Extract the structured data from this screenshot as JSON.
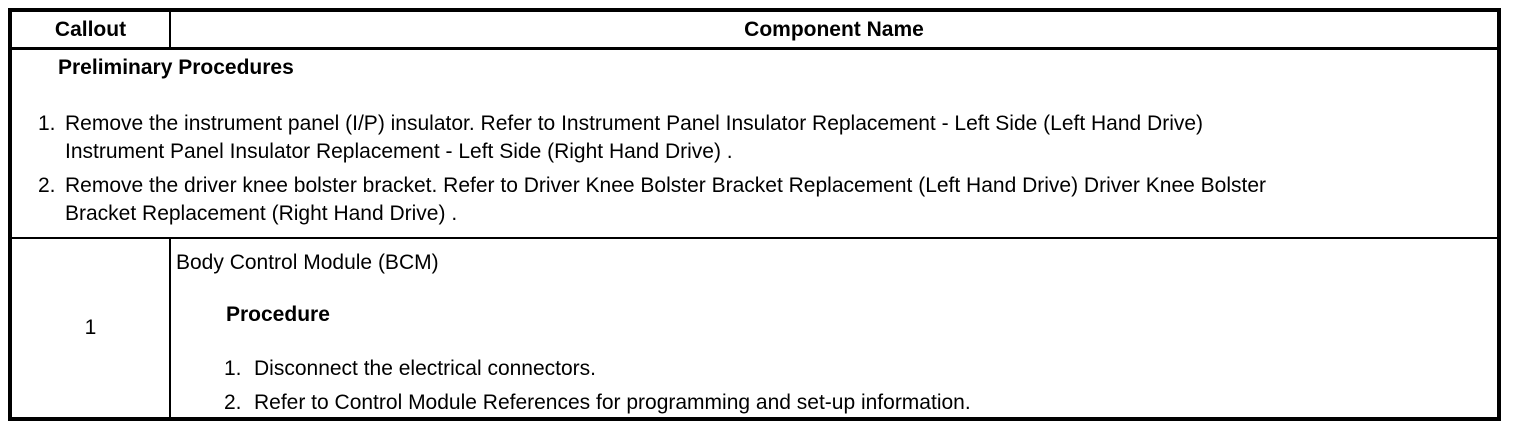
{
  "page": {
    "background": "#ffffff",
    "border_color": "#000000",
    "text_color": "#000000"
  },
  "table": {
    "headers": [
      {
        "label": "Callout"
      },
      {
        "label": "Component Name"
      }
    ],
    "preliminary": {
      "title": "Preliminary Procedures",
      "items": [
        {
          "number": "1.",
          "text": "Remove the instrument panel (I/P) insulator. Refer to Instrument Panel Insulator Replacement - Left Side (Left Hand Drive)\nInstrument Panel Insulator Replacement - Left Side (Right Hand Drive) ."
        },
        {
          "number": "2.",
          "text": "Remove the driver knee bolster bracket. Refer to Driver Knee Bolster Bracket Replacement (Left Hand Drive) Driver Knee Bolster\nBracket Replacement (Right Hand Drive) ."
        }
      ]
    },
    "rows": [
      {
        "callout": "1",
        "component_name": "Body Control Module (BCM)",
        "procedure_title": "Procedure",
        "steps": [
          {
            "number": "1.",
            "text": "Disconnect the electrical connectors."
          },
          {
            "number": "2.",
            "text": "Refer to Control Module References for programming and set-up information."
          }
        ]
      }
    ]
  }
}
